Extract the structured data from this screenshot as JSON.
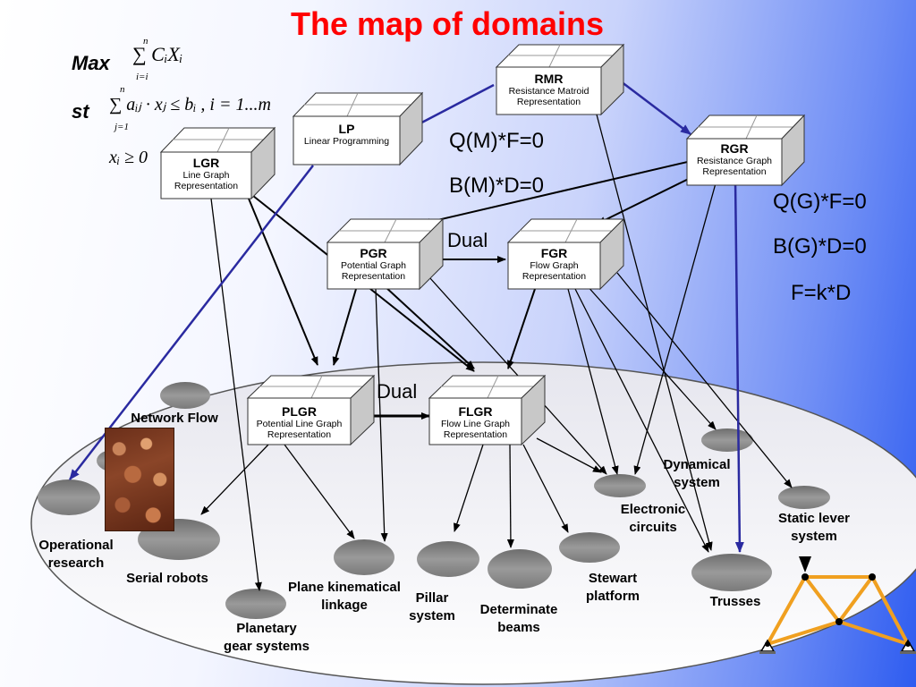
{
  "title": "The map of domains",
  "lp_formulation": {
    "max_label": "Max",
    "st_label": "st",
    "objective": "∑ CᵢXᵢ",
    "objective_sum_top": "n",
    "objective_sum_bottom": "i=i",
    "constraint": "∑ aᵢⱼ · xⱼ ≤ bᵢ , i = 1...m",
    "constraint_sum_top": "n",
    "constraint_sum_bottom": "j=1",
    "nonneg": "xᵢ ≥ 0"
  },
  "equations": {
    "matroid_1": "Q(M)*F=0",
    "matroid_2": "B(M)*D=0",
    "graph_1": "Q(G)*F=0",
    "graph_2": "B(G)*D=0",
    "graph_3": "F=k*D"
  },
  "dual_labels": {
    "top": "Dual",
    "bottom": "Dual"
  },
  "boxes": {
    "rmr": {
      "title": "RMR",
      "line1": "Resistance Matroid",
      "line2": "Representation"
    },
    "lp": {
      "title": "LP",
      "line1": "Linear Programming",
      "line2": ""
    },
    "rgr": {
      "title": "RGR",
      "line1": "Resistance  Graph",
      "line2": "Representation"
    },
    "lgr": {
      "title": "LGR",
      "line1": "Line  Graph",
      "line2": "Representation"
    },
    "pgr": {
      "title": "PGR",
      "line1": "Potential  Graph",
      "line2": "Representation"
    },
    "fgr": {
      "title": "FGR",
      "line1": "Flow  Graph",
      "line2": "Representation"
    },
    "plgr": {
      "title": "PLGR",
      "line1": "Potential Line Graph",
      "line2": "Representation"
    },
    "flgr": {
      "title": "FLGR",
      "line1": "Flow Line Graph",
      "line2": "Representation"
    }
  },
  "domains": {
    "network_flow": "Network Flow",
    "operational_research": "Operational\nresearch",
    "serial_robots": "Serial robots",
    "planetary_gear": "Planetary\ngear systems",
    "plane_linkage": "Plane kinematical\nlinkage",
    "pillar_system": "Pillar\nsystem",
    "determinate_beams": "Determinate\nbeams",
    "stewart_platform": "Stewart\nplatform",
    "electronic_circuits": "Electronic\ncircuits",
    "dynamical_system": "Dynamical\nsystem",
    "static_lever": "Static lever\nsystem",
    "trusses": "Trusses"
  },
  "colors": {
    "title": "#ff0000",
    "blue_arrow": "#2a2aa0",
    "ellipse_fill": "#f0f0f4",
    "domain_node": "#8a8a8a",
    "truss_member": "#f0a020"
  }
}
